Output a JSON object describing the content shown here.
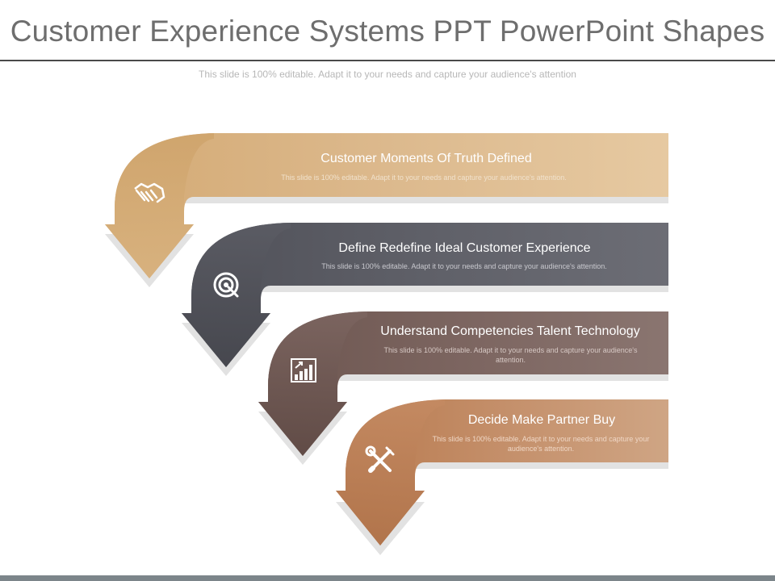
{
  "header": {
    "title": "Customer Experience Systems PPT PowerPoint Shapes",
    "subtitle": "This slide is 100% editable. Adapt it to your needs and capture your audience's attention"
  },
  "steps": [
    {
      "title": "Customer Moments Of Truth Defined",
      "description": "This slide is 100% editable. Adapt it to your needs and capture your audience's attention.",
      "icon": "handshake-icon",
      "color": "#dcb98d"
    },
    {
      "title": "Define Redefine Ideal Customer Experience",
      "description": "This slide is 100% editable. Adapt it to your needs and capture your audience's attention.",
      "icon": "target-icon",
      "color": "#5f6068"
    },
    {
      "title": "Understand Competencies Talent Technology",
      "description": "This slide is 100% editable. Adapt it to your needs and capture your audience's attention.",
      "icon": "bar-chart-icon",
      "color": "#7c6560"
    },
    {
      "title": "Decide Make Partner Buy",
      "description": "This slide is 100% editable. Adapt it to your needs and capture your audience's attention.",
      "icon": "tools-icon",
      "color": "#c48f6a"
    }
  ]
}
